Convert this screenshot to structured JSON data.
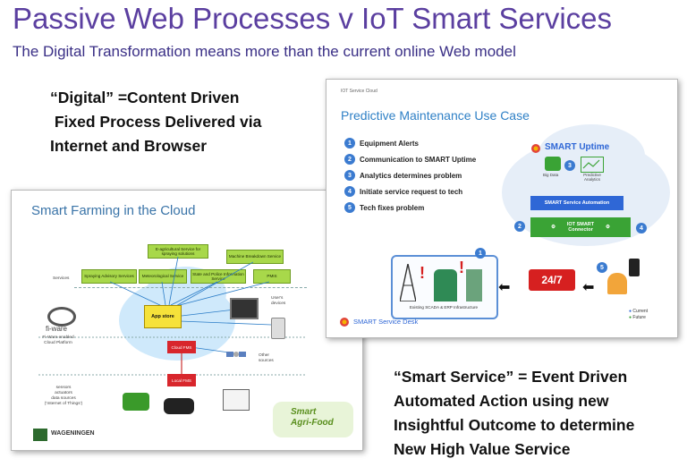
{
  "slide": {
    "title": "Passive Web Processes v IoT Smart Services",
    "subtitle": "The Digital Transformation means more than the current online Web model",
    "digital_lines": [
      "“Digital” =Content Driven",
      " Fixed Process Delivered via",
      "Internet and Browser"
    ],
    "smart_lines": [
      "“Smart Service” = Event Driven",
      "Automated Action using new",
      "Insightful Outcome to determine",
      "New High Value Service"
    ]
  },
  "farming": {
    "title": "Smart Farming in the Cloud",
    "services": [
      "E-agricultural Service for spraying solutions",
      "Machine Breakdown Service",
      "Spraying Advisory Services",
      "Meteorological Service",
      "State and Police Information Service",
      "PMIS"
    ],
    "services_label": "Services",
    "app_store": "App store",
    "cloud_fms": "Cloud FMS",
    "local_fms": "Local FMS",
    "users_devices": "User's devices",
    "other_sources": "Other sources",
    "sensors_label": [
      "sensors",
      "actuators",
      "data sources",
      "(‘Internet of Things’)"
    ],
    "fiware_name": "fi-ware",
    "fiware_caption": [
      "Fi-Ware enabled",
      "Cloud Platform"
    ],
    "wageningen": "WAGENINGEN",
    "smart_agrifood": [
      "Smart",
      "Agri-Food"
    ]
  },
  "pm": {
    "header": "IOT Service Cloud",
    "title": "Predictive Maintenance Use Case",
    "steps": [
      "Equipment Alerts",
      "Communication to SMART Uptime",
      "Analytics determines problem",
      "Initiate service request to tech",
      "Tech fixes problem"
    ],
    "uptime": "SMART Uptime",
    "big_data": "Big Data",
    "predictive": "Predictive Analytics",
    "automation": "SMART Service Automation",
    "connector": "IOT SMART Connector",
    "scada": "Existing SCADA & ERP Infrastructure",
    "twentyfour": "24/7",
    "service_desk": "SMART Service Desk",
    "legend": [
      "Current",
      "Future"
    ]
  }
}
